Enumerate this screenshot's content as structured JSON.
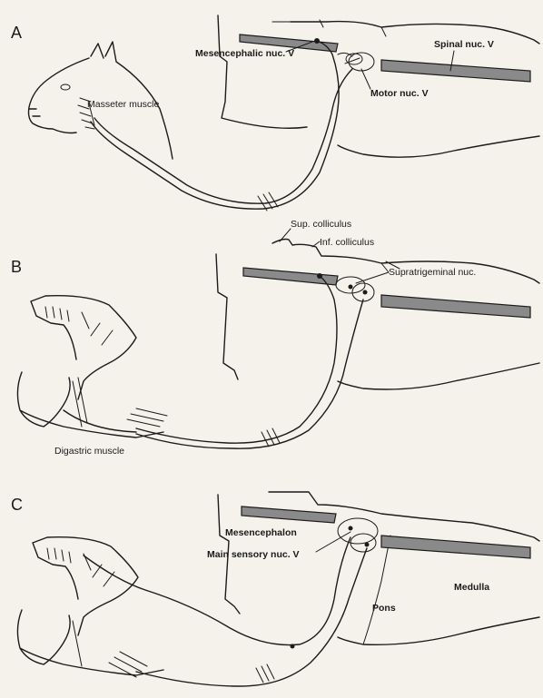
{
  "panels": [
    {
      "letter": "A",
      "labels": {
        "mesencephalic": "Mesencephalic nuc. V",
        "spinal": "Spinal nuc. V",
        "motor": "Motor nuc. V",
        "muscle": "Masseter muscle"
      }
    },
    {
      "letter": "B",
      "labels": {
        "sup_colliculus": "Sup. colliculus",
        "inf_colliculus": "Inf. colliculus",
        "supratrigeminal": "Supratrigeminal nuc.",
        "muscle": "Digastric muscle"
      }
    },
    {
      "letter": "C",
      "labels": {
        "mesencephalon": "Mesencephalon",
        "main_sensory": "Main sensory nuc. V",
        "medulla": "Medulla",
        "pons": "Pons"
      }
    }
  ],
  "colors": {
    "background": "#f4f2ea",
    "ink": "#1b1b1b",
    "nucleus_band": "#8a8a8a"
  }
}
